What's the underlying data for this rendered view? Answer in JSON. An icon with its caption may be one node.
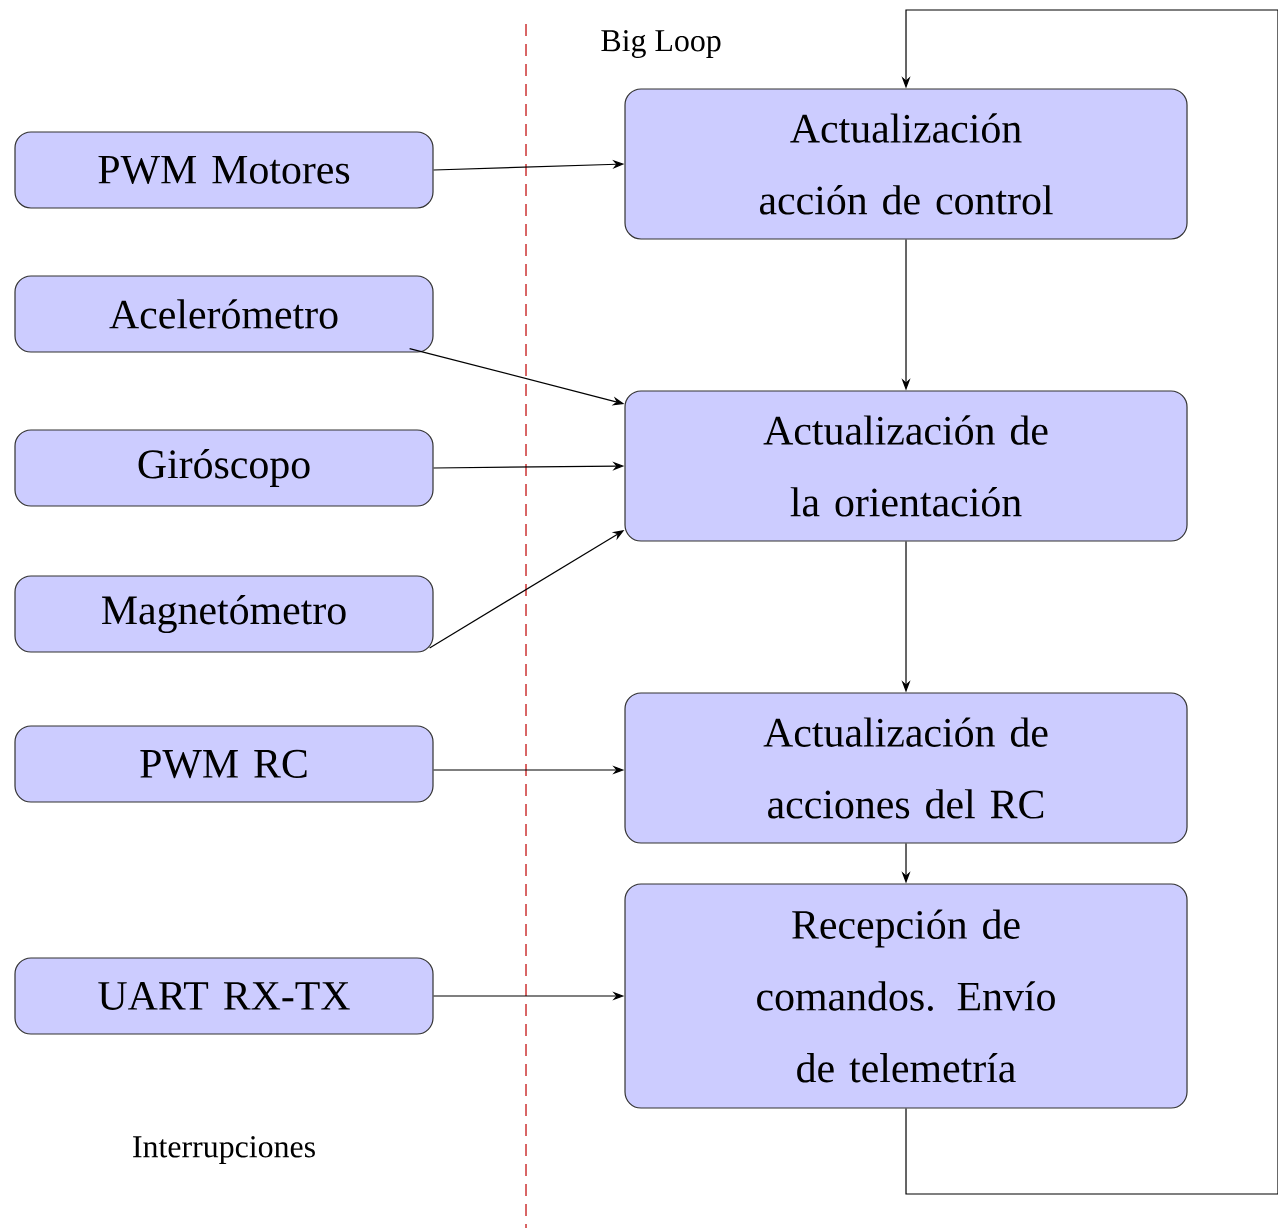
{
  "diagram": {
    "nodes": [
      {
        "text": [
          "PWM Motores"
        ]
      },
      {
        "text": [
          "Acelerómetro"
        ]
      },
      {
        "text": [
          "Giróscopo"
        ]
      },
      {
        "text": [
          "Magnetómetro"
        ]
      },
      {
        "text": [
          "PWM RC"
        ]
      },
      {
        "text": [
          "UART RX-TX"
        ]
      },
      {
        "text": [
          "Actualización acción de control"
        ]
      },
      {
        "text": [
          "Actualización de la orientación"
        ]
      },
      {
        "text": [
          "Actualización de acciones del RC"
        ]
      },
      {
        "text": [
          "Recepción de comandos. Envío de telemetría"
        ]
      }
    ],
    "edges": [
      {
        "from": 0,
        "to": 6,
        "arrow": "to"
      },
      {
        "from": 1,
        "to": 7,
        "arrow": "to"
      },
      {
        "from": 2,
        "to": 7,
        "arrow": "to"
      },
      {
        "from": 3,
        "to": 7,
        "arrow": "to"
      },
      {
        "from": 4,
        "to": 8,
        "arrow": "to"
      },
      {
        "from": 5,
        "to": 9,
        "arrow": "to"
      },
      {
        "from": 6,
        "to": 7,
        "arrow": "to"
      },
      {
        "from": 7,
        "to": 8,
        "arrow": "to"
      },
      {
        "from": 8,
        "to": 9,
        "arrow": "to"
      },
      {
        "from": 9,
        "to": 6,
        "arrow": "to"
      }
    ],
    "labels": [
      "Big Loop",
      "Interrupciones"
    ]
  }
}
